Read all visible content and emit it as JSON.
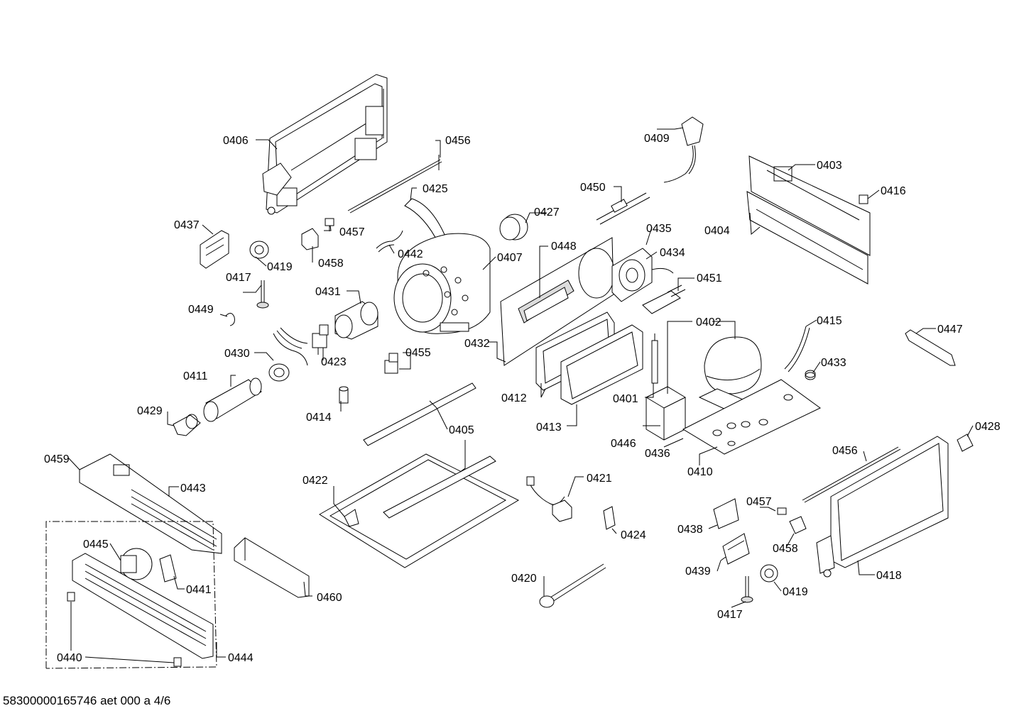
{
  "diagram": {
    "labels": {
      "p0401": "0401",
      "p0402": "0402",
      "p0403": "0403",
      "p0404": "0404",
      "p0405": "0405",
      "p0406": "0406",
      "p0407": "0407",
      "p0409": "0409",
      "p0410": "0410",
      "p0411": "0411",
      "p0412": "0412",
      "p0413": "0413",
      "p0414": "0414",
      "p0415": "0415",
      "p0416": "0416",
      "p0417a": "0417",
      "p0417b": "0417",
      "p0418": "0418",
      "p0419a": "0419",
      "p0419b": "0419",
      "p0420": "0420",
      "p0421": "0421",
      "p0422": "0422",
      "p0423": "0423",
      "p0424": "0424",
      "p0425": "0425",
      "p0427": "0427",
      "p0428": "0428",
      "p0429": "0429",
      "p0430": "0430",
      "p0431": "0431",
      "p0432": "0432",
      "p0433": "0433",
      "p0434": "0434",
      "p0435": "0435",
      "p0436": "0436",
      "p0437": "0437",
      "p0438": "0438",
      "p0439": "0439",
      "p0440": "0440",
      "p0441": "0441",
      "p0442": "0442",
      "p0443": "0443",
      "p0444": "0444",
      "p0445": "0445",
      "p0446": "0446",
      "p0447": "0447",
      "p0448": "0448",
      "p0449": "0449",
      "p0450": "0450",
      "p0451": "0451",
      "p0455": "0455",
      "p0456a": "0456",
      "p0456b": "0456",
      "p0457a": "0457",
      "p0457b": "0457",
      "p0458a": "0458",
      "p0458b": "0458",
      "p0459": "0459",
      "p0460": "0460"
    }
  },
  "footer": {
    "caption": "58300000165746 aet 000 a 4/6"
  }
}
